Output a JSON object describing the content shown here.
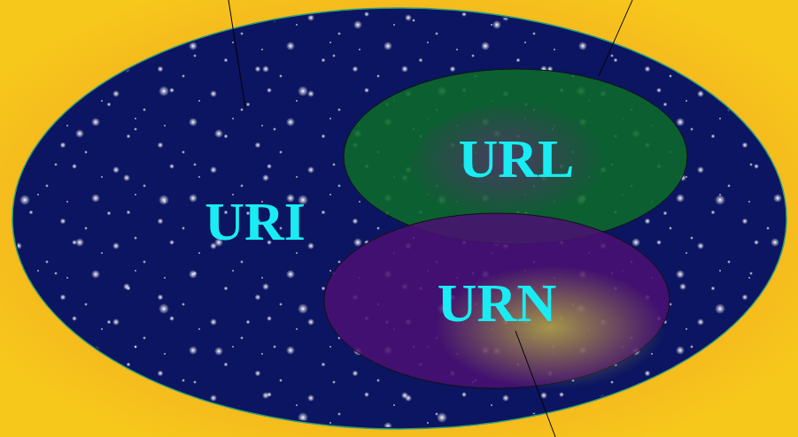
{
  "diagram": {
    "nodes": [
      {
        "text": [
          "URI"
        ]
      },
      {
        "text": [
          "URL"
        ],
        "in": 0
      },
      {
        "text": [
          "URN"
        ],
        "in": 0
      }
    ]
  }
}
